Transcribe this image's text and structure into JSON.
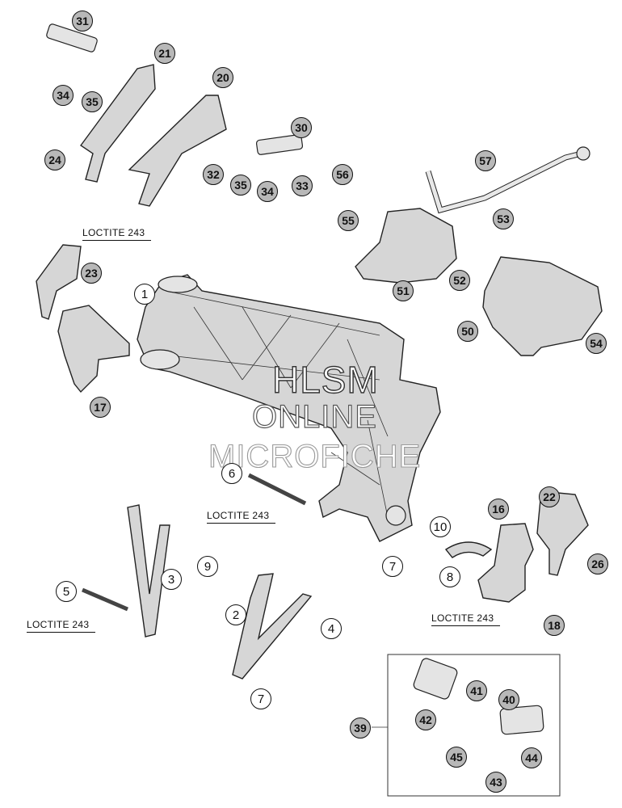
{
  "callouts": [
    {
      "n": "31",
      "style": "filled"
    },
    {
      "n": "21",
      "style": "filled"
    },
    {
      "n": "20",
      "style": "filled"
    },
    {
      "n": "34",
      "style": "filled"
    },
    {
      "n": "35",
      "style": "filled"
    },
    {
      "n": "24",
      "style": "filled"
    },
    {
      "n": "30",
      "style": "filled"
    },
    {
      "n": "32",
      "style": "filled"
    },
    {
      "n": "35",
      "style": "filled"
    },
    {
      "n": "34",
      "style": "filled"
    },
    {
      "n": "33",
      "style": "filled"
    },
    {
      "n": "57",
      "style": "filled"
    },
    {
      "n": "56",
      "style": "filled"
    },
    {
      "n": "55",
      "style": "filled"
    },
    {
      "n": "53",
      "style": "filled"
    },
    {
      "n": "51",
      "style": "filled"
    },
    {
      "n": "52",
      "style": "filled"
    },
    {
      "n": "50",
      "style": "filled"
    },
    {
      "n": "54",
      "style": "filled"
    },
    {
      "n": "23",
      "style": "filled"
    },
    {
      "n": "1",
      "style": "plain"
    },
    {
      "n": "17",
      "style": "filled"
    },
    {
      "n": "6",
      "style": "plain"
    },
    {
      "n": "22",
      "style": "filled"
    },
    {
      "n": "16",
      "style": "filled"
    },
    {
      "n": "10",
      "style": "plain"
    },
    {
      "n": "26",
      "style": "filled"
    },
    {
      "n": "8",
      "style": "plain"
    },
    {
      "n": "7",
      "style": "plain"
    },
    {
      "n": "3",
      "style": "plain"
    },
    {
      "n": "9",
      "style": "plain"
    },
    {
      "n": "5",
      "style": "plain"
    },
    {
      "n": "2",
      "style": "plain"
    },
    {
      "n": "4",
      "style": "plain"
    },
    {
      "n": "18",
      "style": "filled"
    },
    {
      "n": "7",
      "style": "plain"
    },
    {
      "n": "41",
      "style": "filled"
    },
    {
      "n": "40",
      "style": "filled"
    },
    {
      "n": "39",
      "style": "filled"
    },
    {
      "n": "42",
      "style": "filled"
    },
    {
      "n": "45",
      "style": "filled"
    },
    {
      "n": "44",
      "style": "filled"
    },
    {
      "n": "43",
      "style": "filled"
    }
  ],
  "loctite_labels": [
    "LOCTITE 243",
    "LOCTITE 243",
    "LOCTITE 243",
    "LOCTITE 243"
  ],
  "watermark": {
    "line1": "HLSM",
    "line2": "ONLINE",
    "line3": "MICROFICHE"
  }
}
